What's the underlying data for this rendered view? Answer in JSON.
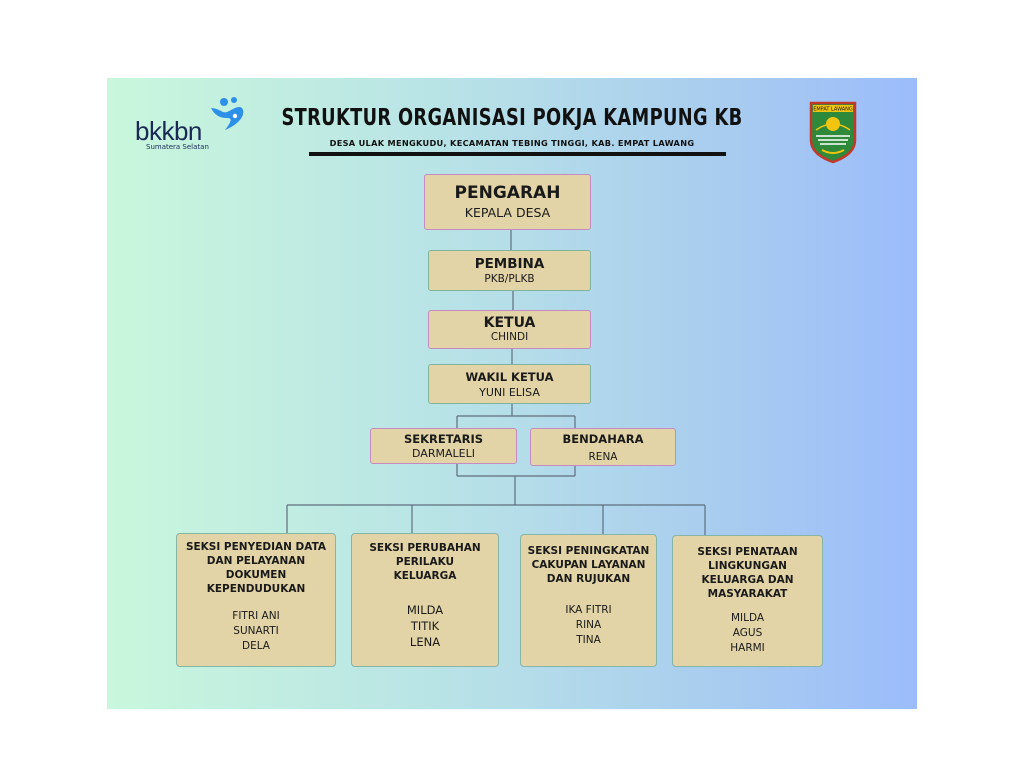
{
  "header": {
    "logo_text": "bkkbn",
    "logo_subtitle": "Sumatera Selatan",
    "title": "STRUKTUR ORGANISASI POKJA KAMPUNG KB",
    "subtitle": "DESA ULAK MENGKUDU, KECAMATAN TEBING TINGGI, KAB. EMPAT LAWANG",
    "emblem_text": "EMPAT LAWANG"
  },
  "nodes": {
    "pengarah": {
      "title": "PENGARAH",
      "name": "KEPALA DESA"
    },
    "pembina": {
      "title": "PEMBINA",
      "name": "PKB/PLKB"
    },
    "ketua": {
      "title": "KETUA",
      "name": "CHINDI"
    },
    "wakil": {
      "title": "WAKIL KETUA",
      "name": "YUNI ELISA"
    },
    "sekretaris": {
      "title": "SEKRETARIS",
      "name": "DARMALELI"
    },
    "bendahara": {
      "title": "BENDAHARA",
      "name": "RENA"
    }
  },
  "sections": [
    {
      "title": [
        "SEKSI PENYEDIAN DATA",
        "DAN PELAYANAN",
        "DOKUMEN",
        "KEPENDUDUKAN"
      ],
      "members": [
        "FITRI ANI",
        "SUNARTI",
        "DELA"
      ]
    },
    {
      "title": [
        "SEKSI PERUBAHAN",
        "PERILAKU",
        "KELUARGA"
      ],
      "members": [
        "MILDA",
        "TITIK",
        "LENA"
      ]
    },
    {
      "title": [
        "SEKSI PENINGKATAN",
        "CAKUPAN LAYANAN",
        "DAN RUJUKAN"
      ],
      "members": [
        "IKA FITRI",
        "RINA",
        "TINA"
      ]
    },
    {
      "title": [
        "SEKSI PENATAAN",
        "LINGKUNGAN",
        "KELUARGA DAN",
        "MASYARAKAT"
      ],
      "members": [
        "MILDA",
        "AGUS",
        "HARMI"
      ]
    }
  ],
  "colors": {
    "box_fill": "#e2d4a6",
    "box_border_pink": "#c58ac1",
    "box_border_green": "#7fb39a",
    "logo_blue": "#1b2a55",
    "logo_accent": "#2c8fe8"
  }
}
